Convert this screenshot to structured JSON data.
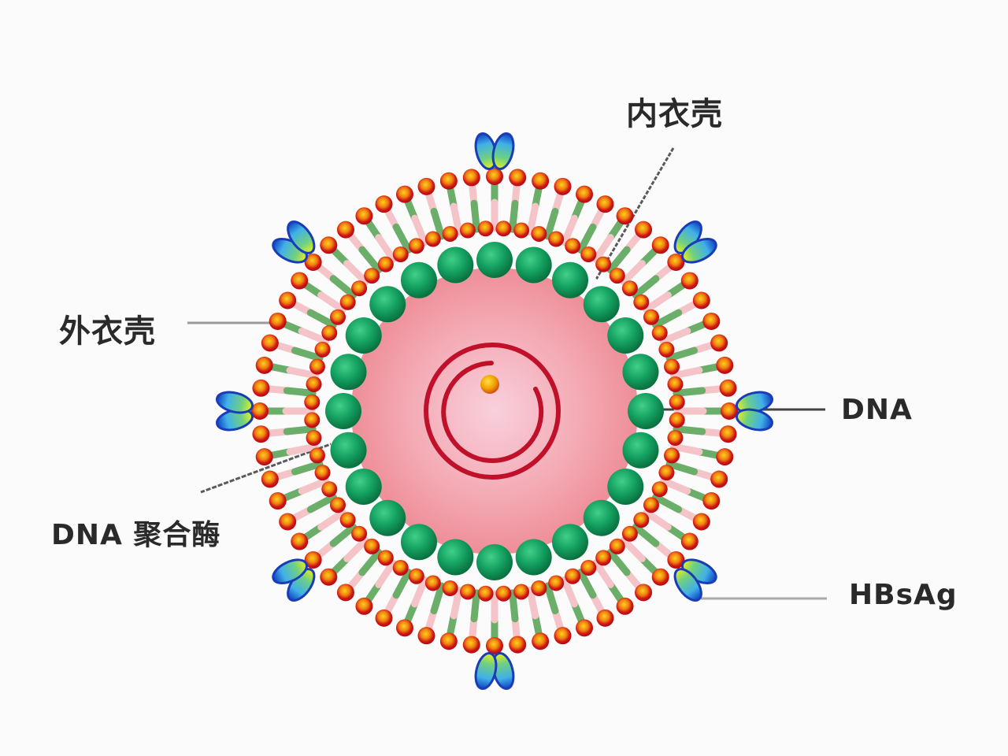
{
  "diagram": {
    "title": "Hepatitis B virus structure",
    "labels": {
      "inner_shell": "内衣壳",
      "outer_shell": "外衣壳",
      "dna_polymerase": "DNA 聚合酶",
      "dna": "DNA",
      "hbsag": "HBsAg"
    },
    "components": [
      {
        "id": "outer_shell",
        "label": "外衣壳",
        "description": "lipid bilayer envelope with red/orange heads and green/pink tails"
      },
      {
        "id": "inner_shell",
        "label": "内衣壳",
        "description": "ring of green spherical capsid proteins"
      },
      {
        "id": "core",
        "description": "pink spherical core"
      },
      {
        "id": "dna",
        "label": "DNA",
        "description": "partially double-stranded circular DNA (red rings)"
      },
      {
        "id": "dna_polymerase",
        "label": "DNA 聚合酶",
        "description": "orange sphere attached to DNA"
      },
      {
        "id": "hbsag",
        "label": "HBsAg",
        "description": "surface antigen spikes (blue-green-yellow), 8 around envelope"
      }
    ],
    "colors": {
      "background": "#fbfbfb",
      "lipid_head": "#d01818",
      "lipid_head_highlight": "#f5b400",
      "lipid_tail_green": "#5aa860",
      "lipid_tail_pink": "#f4c4c8",
      "capsid_bead": "#14a060",
      "core": "#f4a0a8",
      "dna_strand": "#c0102a",
      "polymerase": "#f0a000",
      "spike_edge": "#1040c0",
      "spike_mid": "#40c0e0",
      "spike_tip": "#e0f020",
      "leader_line": "#555555",
      "label_text": "#2a2a2a"
    },
    "spike_angles_deg": [
      270,
      320,
      0,
      40,
      90,
      140,
      180,
      220
    ]
  }
}
